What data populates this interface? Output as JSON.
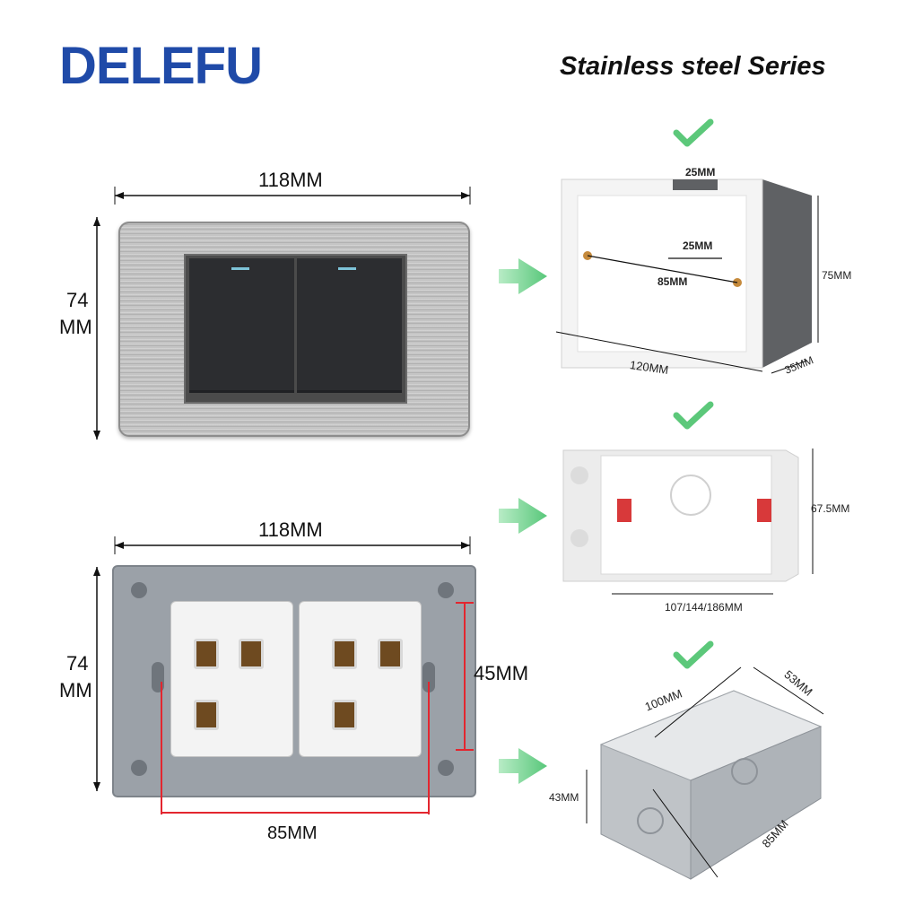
{
  "header": {
    "brand": "DELEFU",
    "series_title": "Stainless steel Series"
  },
  "switch_front": {
    "width_label": "118MM",
    "height_label_top": "74",
    "height_label_bottom": "MM"
  },
  "switch_back": {
    "width_label": "118MM",
    "height_label_top": "74",
    "height_label_bottom": "MM",
    "hole_height_label": "45MM",
    "hole_spacing_label": "85MM"
  },
  "box_1": {
    "top_width": "25MM",
    "inner_width": "25MM",
    "hole_spacing": "85MM",
    "length": "120MM",
    "depth": "35MM",
    "height": "75MM"
  },
  "box_2": {
    "height": "67.5MM",
    "lengths": "107/144/186MM"
  },
  "box_3": {
    "length": "100MM",
    "width": "53MM",
    "height": "43MM",
    "depth": "85MM"
  },
  "colors": {
    "brand_blue": "#1f4aa8",
    "check_green": "#5cc87a",
    "dimension_red": "#e3262f"
  }
}
